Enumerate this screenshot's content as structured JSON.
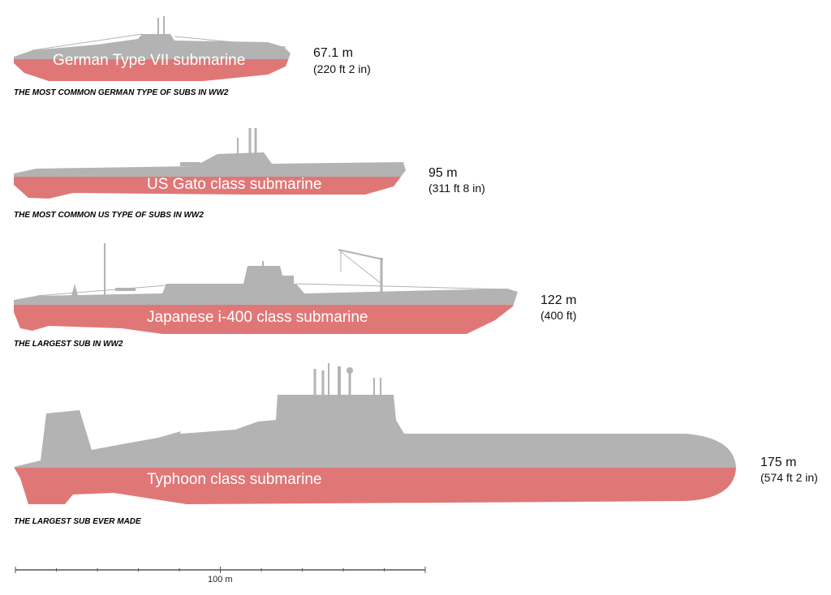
{
  "colors": {
    "hull_above": "#b3b3b3",
    "hull_below": "#e07777"
  },
  "submarines": [
    {
      "name": "German Type VII submarine",
      "length_m": "67.1 m",
      "length_ft": "(220 ft 2 in)",
      "caption": "THE MOST COMMON GERMAN TYPE OF SUBS IN WW2"
    },
    {
      "name": "US Gato class submarine",
      "length_m": "95 m",
      "length_ft": "(311 ft 8 in)",
      "caption": "THE MOST COMMON US TYPE OF SUBS IN WW2"
    },
    {
      "name": "Japanese i-400 class submarine",
      "length_m": "122 m",
      "length_ft": "(400 ft)",
      "caption": "THE LARGEST SUB IN WW2"
    },
    {
      "name": "Typhoon class submarine",
      "length_m": "175 m",
      "length_ft": "(574 ft 2 in)",
      "caption": "THE LARGEST SUB EVER MADE"
    }
  ],
  "scale": {
    "label": "100 m"
  }
}
